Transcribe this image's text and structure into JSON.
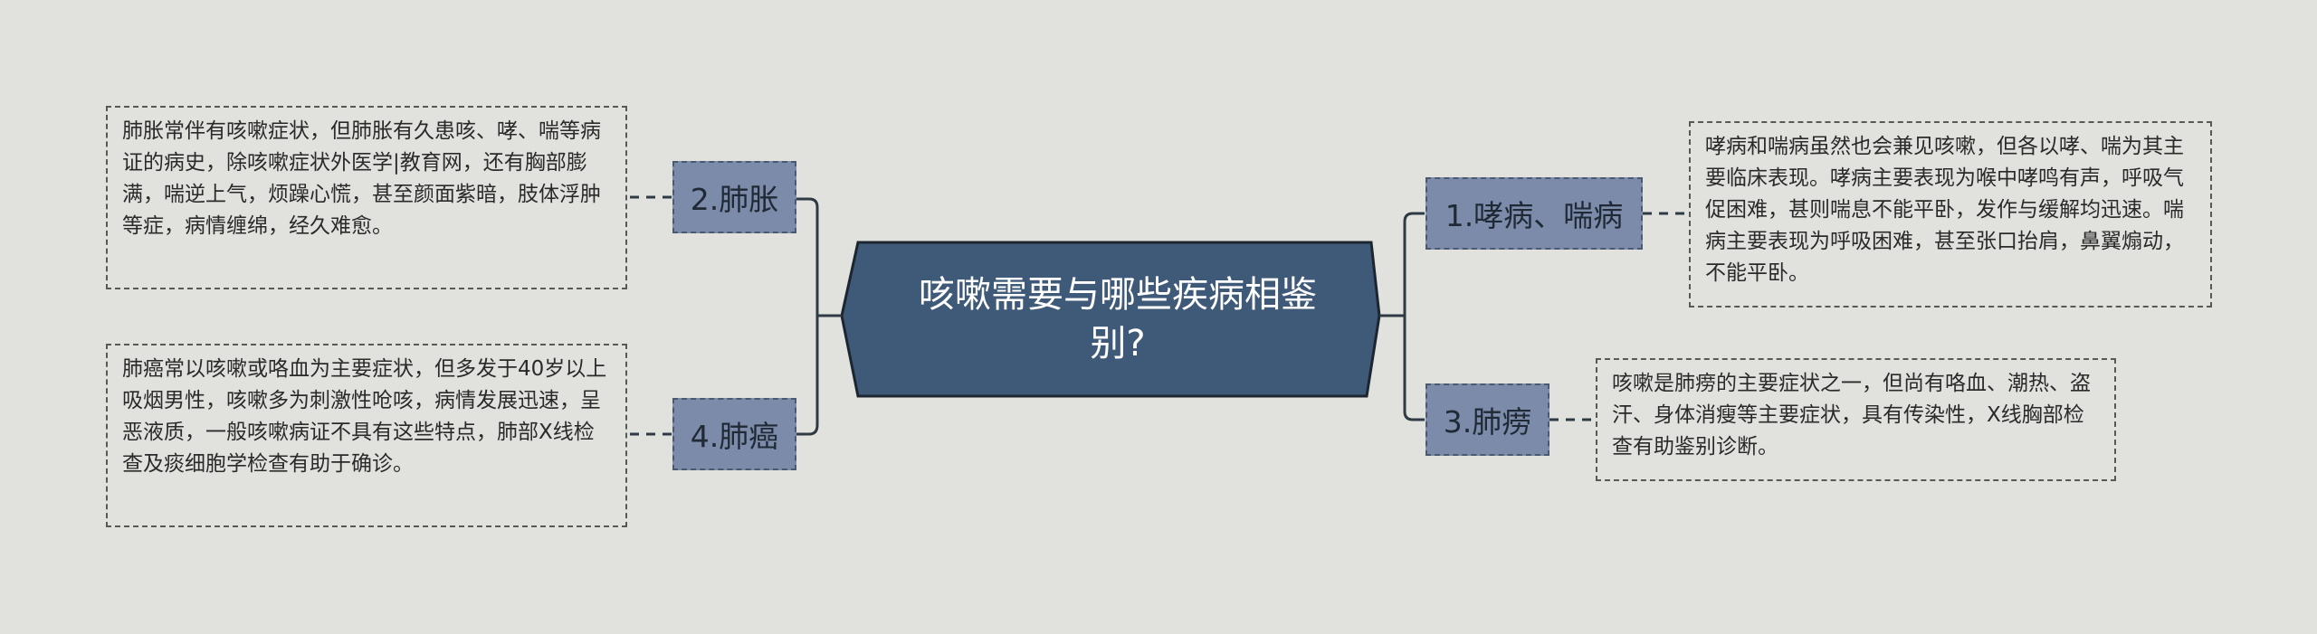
{
  "center": {
    "title": "咳嗽需要与哪些疾病相鉴别?"
  },
  "branches": [
    {
      "label": "1.哮病、喘病",
      "detail": "哮病和喘病虽然也会兼见咳嗽，但各以哮、喘为其主要临床表现。哮病主要表现为喉中哮鸣有声，呼吸气促困难，甚则喘息不能平卧，发作与缓解均迅速。喘病主要表现为呼吸困难，甚至张口抬肩，鼻翼煽动，不能平卧。"
    },
    {
      "label": "2.肺胀",
      "detail": "肺胀常伴有咳嗽症状，但肺胀有久患咳、哮、喘等病证的病史，除咳嗽症状外医学|教育网，还有胸部膨满，喘逆上气，烦躁心慌，甚至颜面紫暗，肢体浮肿等症，病情缠绵，经久难愈。"
    },
    {
      "label": "3.肺痨",
      "detail": "咳嗽是肺痨的主要症状之一，但尚有咯血、潮热、盗汗、身体消瘦等主要症状，具有传染性，X线胸部检查有助鉴别诊断。"
    },
    {
      "label": "4.肺癌",
      "detail": "肺癌常以咳嗽或咯血为主要症状，但多发于40岁以上吸烟男性，咳嗽多为刺激性呛咳，病情发展迅速，呈恶液质，一般咳嗽病证不具有这些特点，肺部X线检查及痰细胞学检查有助于确诊。"
    }
  ],
  "colors": {
    "background": "#e1e2de",
    "center_fill": "#3f5a78",
    "branch_fill": "#7b8ba9",
    "line": "#2f3a44"
  }
}
